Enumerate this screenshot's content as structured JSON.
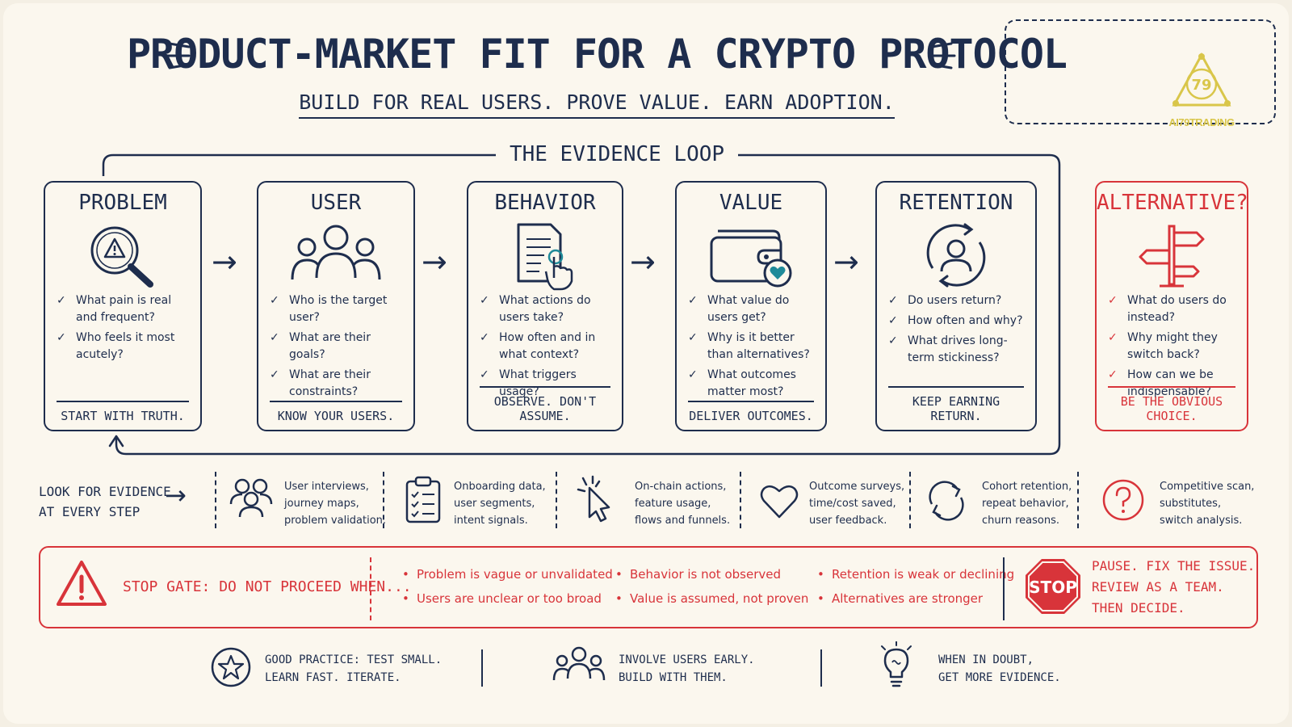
{
  "header": {
    "title": "PRODUCT-MARKET FIT FOR A CRYPTO PROTOCOL",
    "subtitle": "BUILD FOR REAL USERS. PROVE VALUE. EARN ADOPTION.",
    "logo_text": "AI79TRADING",
    "logo_mark": "79"
  },
  "loop": {
    "label": "THE EVIDENCE LOOP"
  },
  "cards": [
    {
      "title": "PROBLEM",
      "icon": "magnifier-warning-icon",
      "questions": [
        "What pain is real and frequent?",
        "Who feels it most acutely?"
      ],
      "footer": "START WITH TRUTH."
    },
    {
      "title": "USER",
      "icon": "user-group-icon",
      "questions": [
        "Who is the target user?",
        "What are their goals?",
        "What are their constraints?"
      ],
      "footer": "KNOW YOUR USERS."
    },
    {
      "title": "BEHAVIOR",
      "icon": "document-pointer-icon",
      "questions": [
        "What actions do users take?",
        "How often and in what context?",
        "What triggers usage?"
      ],
      "footer": "OBSERVE. DON'T ASSUME."
    },
    {
      "title": "VALUE",
      "icon": "wallet-heart-icon",
      "questions": [
        "What value do users get?",
        "Why is it better than alternatives?",
        "What outcomes matter most?"
      ],
      "footer": "DELIVER OUTCOMES."
    },
    {
      "title": "RETENTION",
      "icon": "user-cycle-icon",
      "questions": [
        "Do users return?",
        "How often and why?",
        "What drives long-term stickiness?"
      ],
      "footer": "KEEP EARNING RETURN."
    },
    {
      "title": "ALTERNATIVE?",
      "icon": "signpost-icon",
      "questions": [
        "What do users do instead?",
        "Why might they switch back?",
        "How can we be indispensable?"
      ],
      "footer": "BE THE OBVIOUS CHOICE."
    }
  ],
  "evidence": {
    "lead": [
      "LOOK FOR EVIDENCE",
      "AT EVERY STEP"
    ],
    "items": [
      {
        "icon": "people-icon",
        "lines": [
          "User interviews,",
          "journey maps,",
          "problem validation."
        ]
      },
      {
        "icon": "clipboard-checklist-icon",
        "lines": [
          "Onboarding data,",
          "user segments,",
          "intent signals."
        ]
      },
      {
        "icon": "cursor-click-icon",
        "lines": [
          "On-chain actions,",
          "feature usage,",
          "flows and funnels."
        ]
      },
      {
        "icon": "heart-icon",
        "lines": [
          "Outcome surveys,",
          "time/cost saved,",
          "user feedback."
        ]
      },
      {
        "icon": "refresh-cycle-icon",
        "lines": [
          "Cohort retention,",
          "repeat behavior,",
          "churn reasons."
        ]
      },
      {
        "icon": "question-icon",
        "lines": [
          "Competitive scan,",
          "substitutes,",
          "switch analysis."
        ]
      }
    ]
  },
  "gate": {
    "label": "STOP GATE: DO NOT PROCEED WHEN...",
    "columns": [
      [
        "Problem is vague or unvalidated",
        "Users are unclear or too broad"
      ],
      [
        "Behavior is not observed",
        "Value is assumed, not proven"
      ],
      [
        "Retention is weak or declining",
        "Alternatives are stronger"
      ]
    ],
    "stop_sign": "STOP",
    "advice": [
      "PAUSE. FIX THE ISSUE.",
      "REVIEW AS A TEAM.",
      "THEN DECIDE."
    ]
  },
  "footer": [
    {
      "icon": "star-badge-icon",
      "lines": [
        "GOOD PRACTICE: TEST SMALL.",
        "LEARN FAST. ITERATE."
      ]
    },
    {
      "icon": "team-icon",
      "lines": [
        "INVOLVE USERS EARLY.",
        "BUILD WITH THEM."
      ]
    },
    {
      "icon": "lightbulb-icon",
      "lines": [
        "WHEN IN DOUBT,",
        "GET MORE EVIDENCE."
      ]
    }
  ],
  "colors": {
    "navy": "#1e2d4d",
    "red": "#d8343a",
    "teal": "#1f8a99",
    "paper": "#fbf7ee",
    "gold": "#d9c64a"
  }
}
